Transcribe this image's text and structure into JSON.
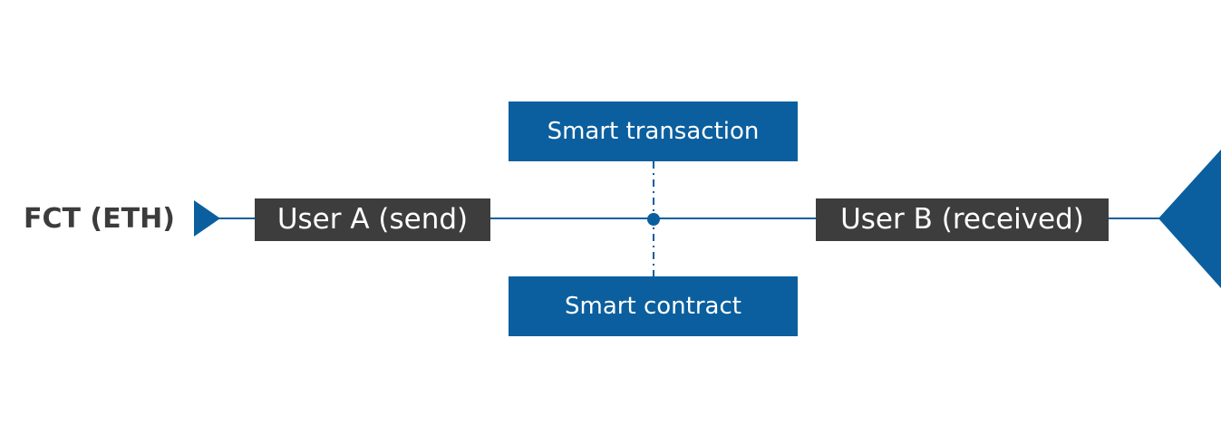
{
  "diagram": {
    "source_label": "FCT (ETH)",
    "sender": "User A (send)",
    "receiver": "User B (received)",
    "top_box": "Smart transaction",
    "bottom_box": "Smart contract"
  },
  "colors": {
    "blue": "#0b5f9e",
    "dark_box": "#3d3d3d",
    "text_dark": "#3c3c3c",
    "text_light": "#ffffff"
  }
}
